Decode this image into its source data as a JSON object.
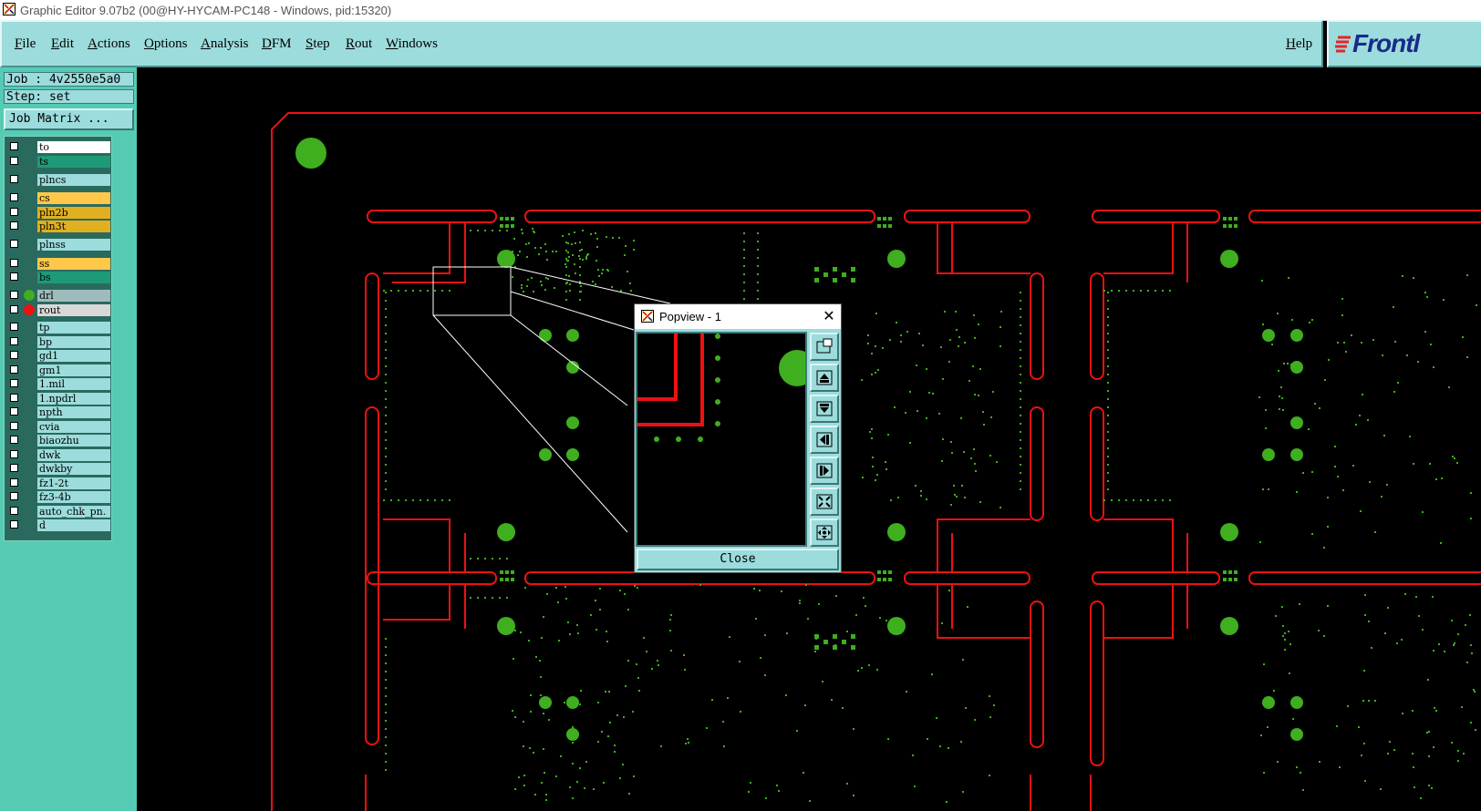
{
  "window": {
    "title": "Graphic Editor 9.07b2 (00@HY-HYCAM-PC148 - Windows, pid:15320)"
  },
  "menubar": {
    "items": [
      "File",
      "Edit",
      "Actions",
      "Options",
      "Analysis",
      "DFM",
      "Step",
      "Rout",
      "Windows"
    ],
    "help": "Help",
    "logo": "Frontl"
  },
  "job": {
    "job_label": "Job : 4v2550e5a0",
    "step_label": "Step: set",
    "matrix_button": "Job Matrix ..."
  },
  "layers": [
    {
      "name": "to",
      "color": "#ffffff"
    },
    {
      "name": "ts",
      "color": "#1f9a78"
    },
    {
      "name": "plncs",
      "color": "#9cdcdc"
    },
    {
      "name": "cs",
      "color": "#ffc84a"
    },
    {
      "name": "pln2b",
      "color": "#e0b020"
    },
    {
      "name": "pln3t",
      "color": "#e0b020"
    },
    {
      "name": "plnss",
      "color": "#9cdcdc"
    },
    {
      "name": "ss",
      "color": "#ffc84a"
    },
    {
      "name": "bs",
      "color": "#1f9a78"
    },
    {
      "name": "drl",
      "color": "#9fbcbc",
      "dot": "#3fae1f"
    },
    {
      "name": "rout",
      "color": "#d8d8d8",
      "dot": "#ee1111"
    },
    {
      "name": "tp",
      "color": "#9cdcdc"
    },
    {
      "name": "bp",
      "color": "#9cdcdc"
    },
    {
      "name": "gd1",
      "color": "#9cdcdc"
    },
    {
      "name": "gm1",
      "color": "#9cdcdc"
    },
    {
      "name": "1.mil",
      "color": "#9cdcdc"
    },
    {
      "name": "1.npdrl",
      "color": "#9cdcdc"
    },
    {
      "name": "npth",
      "color": "#9cdcdc"
    },
    {
      "name": "cvia",
      "color": "#9cdcdc"
    },
    {
      "name": "biaozhu",
      "color": "#9cdcdc"
    },
    {
      "name": "dwk",
      "color": "#9cdcdc"
    },
    {
      "name": "dwkby",
      "color": "#9cdcdc"
    },
    {
      "name": "fz1-2t",
      "color": "#9cdcdc"
    },
    {
      "name": "fz3-4b",
      "color": "#9cdcdc"
    },
    {
      "name": "auto_chk_pn.",
      "color": "#9cdcdc"
    },
    {
      "name": "d",
      "color": "#9cdcdc"
    }
  ],
  "popview": {
    "title": "Popview - 1",
    "close_label": "Close"
  },
  "colors": {
    "panel": "#9cdcdc",
    "left_bg": "#55cbb3",
    "rout": "#ee1111",
    "pad": "#3fae1f"
  }
}
